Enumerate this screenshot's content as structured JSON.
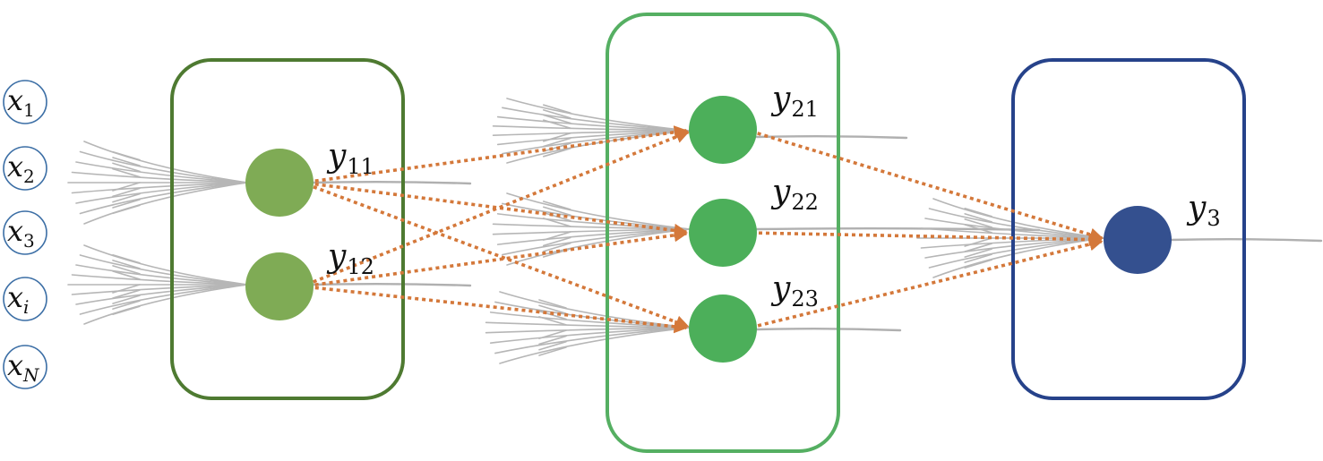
{
  "colors": {
    "layer1_box": "#4e7a31",
    "layer1_node": "#7fab55",
    "layer2_box": "#55af62",
    "layer2_node": "#4caf5a",
    "layer3_box": "#26428a",
    "layer3_node": "#34508f",
    "connection": "#d4783a",
    "input_circle": "#3b6ea5",
    "dendrite": "#b6b6b6"
  },
  "inputs": [
    {
      "base": "x",
      "sub": "1",
      "sub_italic": false
    },
    {
      "base": "x",
      "sub": "2",
      "sub_italic": false
    },
    {
      "base": "x",
      "sub": "3",
      "sub_italic": false
    },
    {
      "base": "x",
      "sub": "i",
      "sub_italic": true
    },
    {
      "base": "x",
      "sub": "N",
      "sub_italic": true
    }
  ],
  "layer1": {
    "nodes": [
      {
        "id": "y11",
        "base": "y",
        "sub": "11"
      },
      {
        "id": "y12",
        "base": "y",
        "sub": "12"
      }
    ]
  },
  "layer2": {
    "nodes": [
      {
        "id": "y21",
        "base": "y",
        "sub": "21"
      },
      {
        "id": "y22",
        "base": "y",
        "sub": "22"
      },
      {
        "id": "y23",
        "base": "y",
        "sub": "23"
      }
    ]
  },
  "layer3": {
    "nodes": [
      {
        "id": "y3",
        "base": "y",
        "sub": "3"
      }
    ]
  },
  "connections": [
    {
      "from": "y11",
      "to": "y21"
    },
    {
      "from": "y11",
      "to": "y22"
    },
    {
      "from": "y11",
      "to": "y23"
    },
    {
      "from": "y12",
      "to": "y21"
    },
    {
      "from": "y12",
      "to": "y22"
    },
    {
      "from": "y12",
      "to": "y23"
    },
    {
      "from": "y21",
      "to": "y3"
    },
    {
      "from": "y22",
      "to": "y3"
    },
    {
      "from": "y23",
      "to": "y3"
    }
  ]
}
